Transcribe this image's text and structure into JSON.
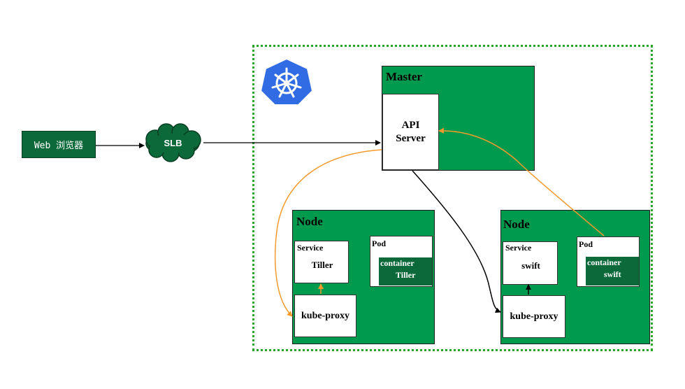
{
  "browser": {
    "label": "Web 浏览器"
  },
  "slb": {
    "label": "SLB"
  },
  "master": {
    "title": "Master",
    "api_line1": "API",
    "api_line2": "Server"
  },
  "node1": {
    "title": "Node",
    "service_title": "Service",
    "service_name": "Tiller",
    "pod_title": "Pod",
    "container_label": "container",
    "container_name": "Tiller",
    "proxy": "kube-proxy"
  },
  "node2": {
    "title": "Node",
    "service_title": "Service",
    "service_name": "swift",
    "pod_title": "Pod",
    "container_label": "container",
    "container_name": "swift",
    "proxy": "kube-proxy"
  },
  "colors": {
    "node_green": "#009a4e",
    "container_green": "#0c6a3a",
    "orange_arrow": "#f39a2b",
    "k8s_blue": "#326ce5"
  },
  "icons": [
    "kubernetes-logo-icon",
    "cloud-icon"
  ]
}
